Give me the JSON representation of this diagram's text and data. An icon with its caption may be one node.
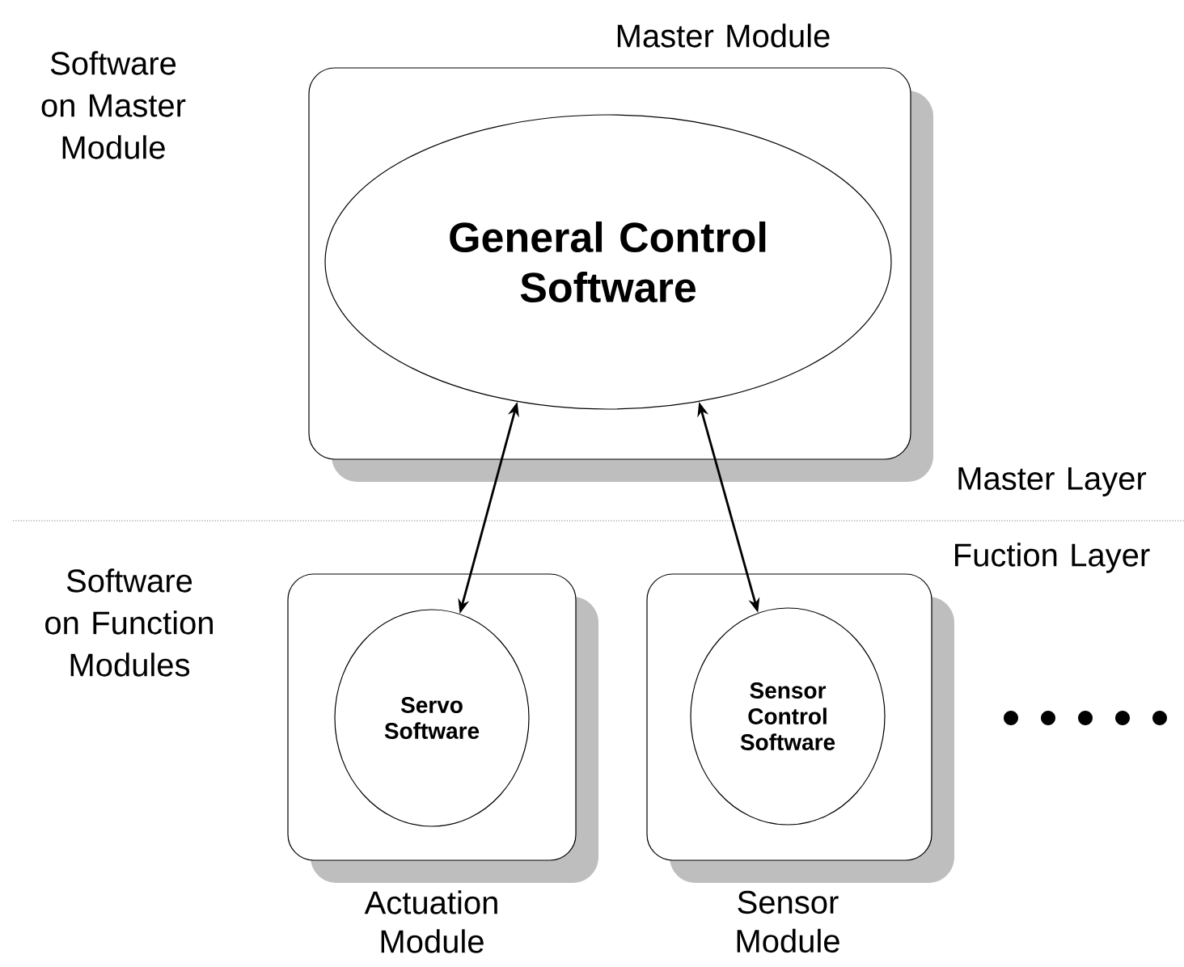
{
  "diagram": {
    "nodes": [
      {
        "text": [
          "Master Module"
        ]
      },
      {
        "text": [
          "General Control Software"
        ],
        "in": 0
      },
      {
        "text": [
          "Actuation Module"
        ]
      },
      {
        "text": [
          "Servo Software"
        ],
        "in": 2
      },
      {
        "text": [
          "Sensor Module"
        ]
      },
      {
        "text": [
          "Sensor Control Software"
        ],
        "in": 4
      }
    ],
    "edges": [
      {
        "from": 1,
        "to": 3,
        "arrow": "both"
      },
      {
        "from": 1,
        "to": 5,
        "arrow": "both"
      }
    ],
    "labels": [
      "Software on Master Module",
      "Master Layer",
      "Fuction Layer",
      "Software on Function Modules"
    ]
  }
}
